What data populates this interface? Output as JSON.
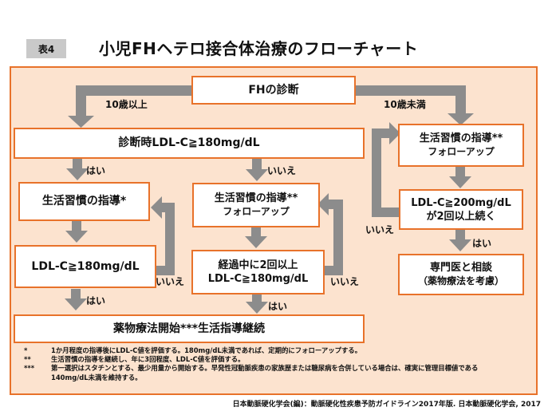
{
  "table_tag": "表4",
  "title": "小児FHヘテロ接合体治療のフローチャート",
  "colors": {
    "arrow": "#8c8c8c",
    "border": "#e8722a",
    "panel": "#fce3cf",
    "tag": "#c9c9c9"
  },
  "boxes": {
    "diagnosis": "FHの診断",
    "ldl_at_diagnosis": "診断時LDL-C≧180mg/dL",
    "lifestyle_left": "生活習慣の指導*",
    "ldl_check_left": "LDL-C≧180mg/dL",
    "lifestyle_mid_line1": "生活習慣の指導**",
    "lifestyle_mid_line2": "フォローアップ",
    "course_mid_line1": "経過中に2回以上",
    "course_mid_line2": "LDL-C≧180mg/dL",
    "drug_start": "薬物療法開始***生活指導継続",
    "lifestyle_right_line1": "生活習慣の指導**",
    "lifestyle_right_line2": "フォローアップ",
    "ldl_right_line1": "LDL-C≧200mg/dL",
    "ldl_right_line2": "が2回以上続く",
    "specialist_line1": "専門医と相談",
    "specialist_line2": "（薬物療法を考慮）"
  },
  "labels": {
    "age_over10": "10歳以上",
    "age_under10": "10歳未満",
    "yes_left1": "はい",
    "no_mid1": "いいえ",
    "no_left_loop": "いいえ",
    "no_mid_loop": "いいえ",
    "yes_left2": "はい",
    "yes_mid2": "はい",
    "no_right_loop": "いいえ",
    "yes_right": "はい"
  },
  "notes": [
    {
      "mark": "*",
      "text": "1か月程度の指導後にLDL-C値を評価する。180mg/dL未満であれば、定期的にフォローアップする。"
    },
    {
      "mark": "**",
      "text": "生活習慣の指導を継続し、年に3回程度、LDL-C値を評価する。"
    },
    {
      "mark": "***",
      "text": "第一選択はスタチンとする、最少用量から開始する。早発性冠動脈疾患の家族歴または糖尿病を合併している場合は、確実に管理目標値である",
      "cont": "140mg/dL未満を維持する。"
    }
  ],
  "source": "日本動脈硬化学会(編)：動脈硬化性疾患予防ガイドライン2017年版. 日本動脈硬化学会, 2017"
}
